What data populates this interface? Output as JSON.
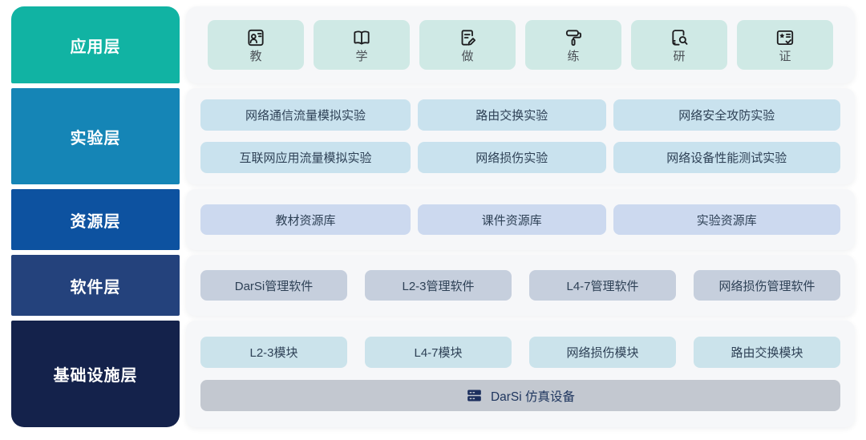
{
  "palette": {
    "page_bg": "#ffffff",
    "card_bg": "#f6f7f9",
    "icon_color": "#1d1d1f",
    "device_bar_bg": "#c3c8d0",
    "device_text_color": "#1e355e"
  },
  "layers": [
    {
      "label": "应用层",
      "color": "#11b3a3",
      "chip_color": "#cfe9e5",
      "items": [
        {
          "icon": "teacher-board-icon",
          "label": "教"
        },
        {
          "icon": "open-book-icon",
          "label": "学"
        },
        {
          "icon": "document-edit-icon",
          "label": "做"
        },
        {
          "icon": "paint-roller-icon",
          "label": "练"
        },
        {
          "icon": "book-search-icon",
          "label": "研"
        },
        {
          "icon": "certificate-check-icon",
          "label": "证"
        }
      ]
    },
    {
      "label": "实验层",
      "color": "#1585b6",
      "chip_color": "#c9e2ee",
      "items": [
        "网络通信流量模拟实验",
        "路由交换实验",
        "网络安全攻防实验",
        "互联网应用流量模拟实验",
        "网络损伤实验",
        "网络设备性能测试实验"
      ]
    },
    {
      "label": "资源层",
      "color": "#0d52a0",
      "chip_color": "#ccd9ef",
      "items": [
        "教材资源库",
        "课件资源库",
        "实验资源库"
      ]
    },
    {
      "label": "软件层",
      "color": "#24427c",
      "chip_color": "#c6cfdd",
      "items": [
        "DarSi管理软件",
        "L2-3管理软件",
        "L4-7管理软件",
        "网络损伤管理软件"
      ]
    },
    {
      "label": "基础设施层",
      "color": "#14224b",
      "chip_color": "#cbe3eb",
      "items": [
        "L2-3模块",
        "L4-7模块",
        "网络损伤模块",
        "路由交换模块"
      ],
      "device": {
        "icon": "server-stack-icon",
        "label": "DarSi 仿真设备"
      }
    }
  ]
}
